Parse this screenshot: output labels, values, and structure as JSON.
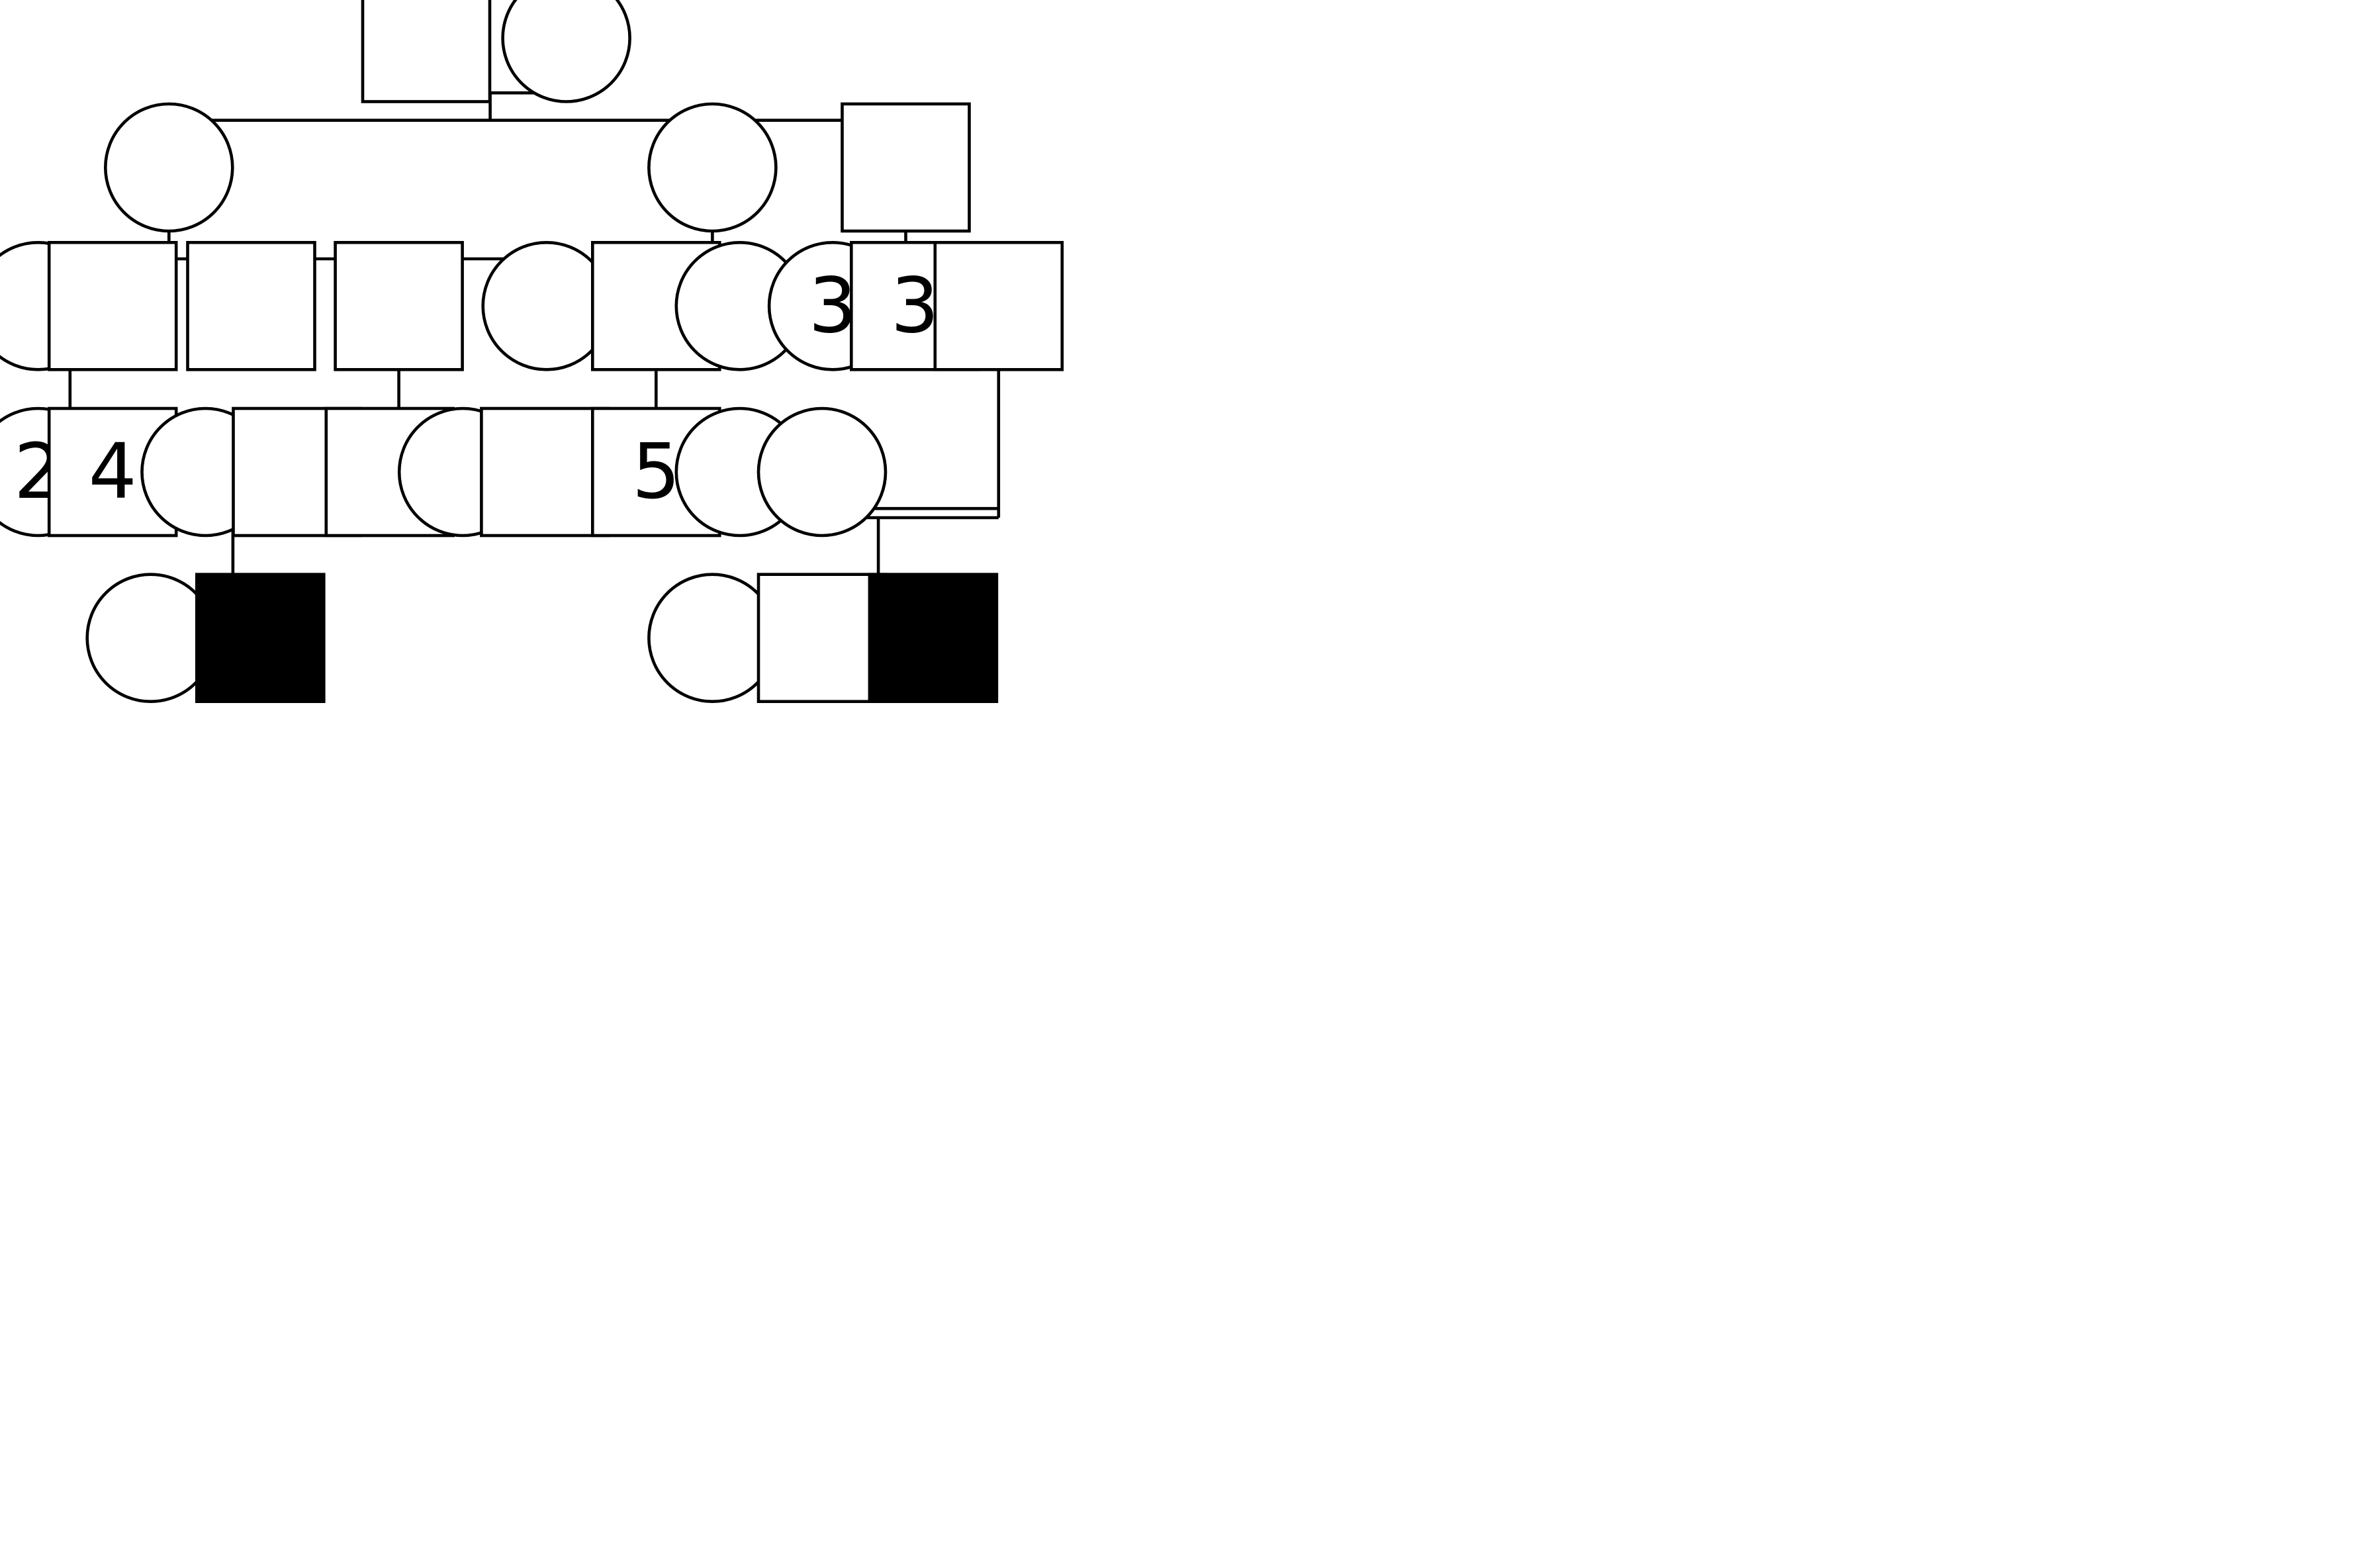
{
  "colors": {
    "stroke": "#000000",
    "unaffected_fill": "#ffffff",
    "affected_fill": "#000000"
  },
  "generations": [
    {
      "name": "generation-1",
      "individuals": [
        {
          "id": "g1-father",
          "sex": "male",
          "affected": false,
          "label": ""
        },
        {
          "id": "g1-mother",
          "sex": "female",
          "affected": false,
          "label": ""
        }
      ]
    },
    {
      "name": "generation-2",
      "individuals": [
        {
          "id": "g2-daughter-1",
          "sex": "female",
          "affected": false,
          "label": ""
        },
        {
          "id": "g2-daughter-2",
          "sex": "female",
          "affected": false,
          "label": ""
        },
        {
          "id": "g2-son",
          "sex": "male",
          "affected": false,
          "label": ""
        }
      ]
    },
    {
      "name": "generation-3",
      "individuals": [
        {
          "id": "g3-spouse-female",
          "sex": "female",
          "affected": false,
          "label": ""
        },
        {
          "id": "g3-son-1",
          "sex": "male",
          "affected": false,
          "label": ""
        },
        {
          "id": "g3-son-2",
          "sex": "male",
          "affected": false,
          "label": ""
        },
        {
          "id": "g3-son-3",
          "sex": "male",
          "affected": false,
          "label": ""
        },
        {
          "id": "g3-daughter-1",
          "sex": "female",
          "affected": false,
          "label": ""
        },
        {
          "id": "g3-son-4",
          "sex": "male",
          "affected": false,
          "label": ""
        },
        {
          "id": "g3-daughter-2",
          "sex": "female",
          "affected": false,
          "label": ""
        },
        {
          "id": "g3-daughters-group",
          "sex": "female",
          "affected": false,
          "label": "3"
        },
        {
          "id": "g3-sons-group",
          "sex": "male",
          "affected": false,
          "label": "3"
        },
        {
          "id": "g3-son-5",
          "sex": "male",
          "affected": false,
          "label": ""
        }
      ]
    },
    {
      "name": "generation-4",
      "individuals": [
        {
          "id": "g4-daughters-group",
          "sex": "female",
          "affected": false,
          "label": "2"
        },
        {
          "id": "g4-sons-group-a",
          "sex": "male",
          "affected": false,
          "label": "4"
        },
        {
          "id": "g4-daughter-1",
          "sex": "female",
          "affected": false,
          "label": ""
        },
        {
          "id": "g4-son-1",
          "sex": "male",
          "affected": false,
          "label": ""
        },
        {
          "id": "g4-son-2",
          "sex": "male",
          "affected": false,
          "label": ""
        },
        {
          "id": "g4-daughter-2",
          "sex": "female",
          "affected": false,
          "label": ""
        },
        {
          "id": "g4-son-3",
          "sex": "male",
          "affected": false,
          "label": ""
        },
        {
          "id": "g4-sons-group-b",
          "sex": "male",
          "affected": false,
          "label": "5"
        },
        {
          "id": "g4-daughter-3",
          "sex": "female",
          "affected": false,
          "label": ""
        },
        {
          "id": "g4-daughter-4",
          "sex": "female",
          "affected": false,
          "label": ""
        }
      ]
    },
    {
      "name": "generation-5",
      "individuals": [
        {
          "id": "g5-daughter-1",
          "sex": "female",
          "affected": false,
          "label": ""
        },
        {
          "id": "g5-son-1",
          "sex": "male",
          "affected": true,
          "label": ""
        },
        {
          "id": "g5-daughter-2",
          "sex": "female",
          "affected": false,
          "label": ""
        },
        {
          "id": "g5-son-2",
          "sex": "male",
          "affected": false,
          "label": ""
        },
        {
          "id": "g5-son-3",
          "sex": "male",
          "affected": true,
          "label": ""
        }
      ]
    }
  ],
  "unions": [
    {
      "id": "union-g1",
      "partners": [
        "g1-father",
        "g1-mother"
      ],
      "consanguineous": false,
      "children": [
        "g2-daughter-1",
        "g2-daughter-2",
        "g2-son"
      ]
    },
    {
      "id": "union-g2-daughter-1",
      "partners": [
        "g2-daughter-1"
      ],
      "consanguineous": false,
      "children": [
        "g3-son-1",
        "g3-son-2",
        "g3-son-3",
        "g3-daughter-1"
      ]
    },
    {
      "id": "union-g2-daughter-2",
      "partners": [
        "g2-daughter-2"
      ],
      "consanguineous": false,
      "children": [
        "g3-son-4",
        "g3-daughter-2"
      ]
    },
    {
      "id": "union-g2-son",
      "partners": [
        "g2-son"
      ],
      "consanguineous": false,
      "children": [
        "g3-daughters-group",
        "g3-sons-group",
        "g3-son-5"
      ]
    },
    {
      "id": "union-g3-a",
      "partners": [
        "g3-spouse-female",
        "g3-son-1"
      ],
      "consanguineous": true,
      "children": [
        "g4-daughters-group",
        "g4-sons-group-a",
        "g4-daughter-1"
      ]
    },
    {
      "id": "union-g3-son-3",
      "partners": [
        "g3-son-3"
      ],
      "consanguineous": false,
      "children": [
        "g4-son-1",
        "g4-son-2",
        "g4-daughter-2",
        "g4-son-3"
      ]
    },
    {
      "id": "union-g3-b",
      "partners": [
        "g3-daughter-1",
        "g3-son-4"
      ],
      "consanguineous": true,
      "children": [
        "g4-sons-group-b",
        "g4-daughter-3",
        "g4-daughter-4"
      ]
    },
    {
      "id": "union-g4-a",
      "partners": [
        "g4-daughter-1",
        "g4-son-1"
      ],
      "consanguineous": true,
      "children": [
        "g5-daughter-1",
        "g5-son-1"
      ]
    },
    {
      "id": "union-g4-b",
      "partners": [
        "g4-daughter-4",
        "g3-son-5"
      ],
      "consanguineous": true,
      "children": [
        "g5-daughter-2",
        "g5-son-2",
        "g5-son-3"
      ]
    }
  ]
}
